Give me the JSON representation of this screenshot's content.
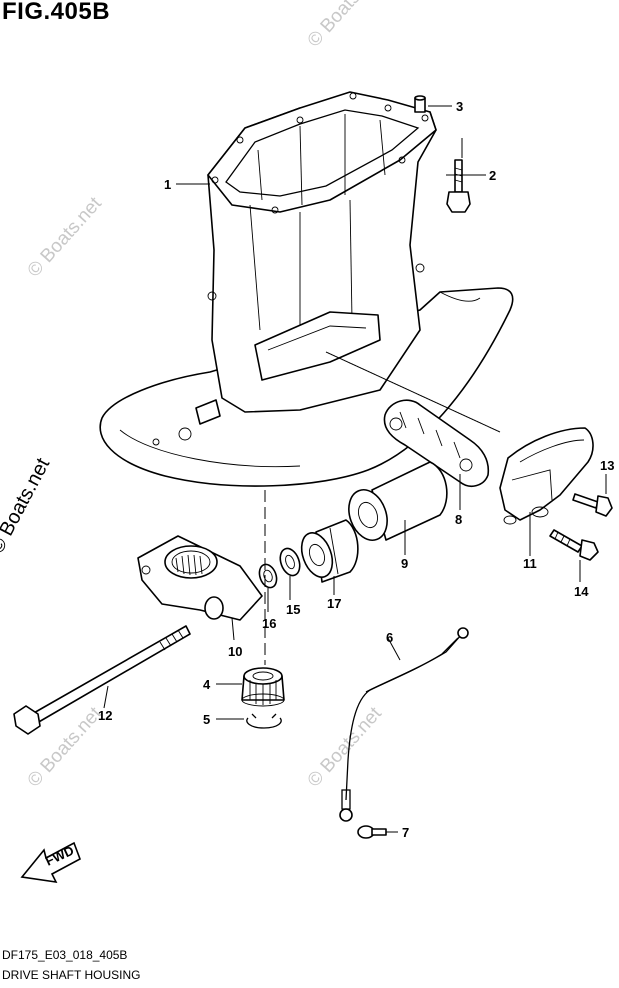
{
  "figure_title": "FIG.405B",
  "side_watermark": "© Boats.net",
  "watermark": "© Boats.net",
  "drawing_code": "DF175_E03_018_405B",
  "drawing_title": "DRIVE SHAFT HOUSING",
  "fwd_label": "FWD",
  "callouts": [
    "1",
    "2",
    "3",
    "4",
    "5",
    "6",
    "7",
    "8",
    "9",
    "10",
    "11",
    "12",
    "13",
    "14",
    "15",
    "16",
    "17"
  ],
  "colors": {
    "line": "#000000",
    "background": "#ffffff",
    "watermark": "#c8c8c8"
  }
}
